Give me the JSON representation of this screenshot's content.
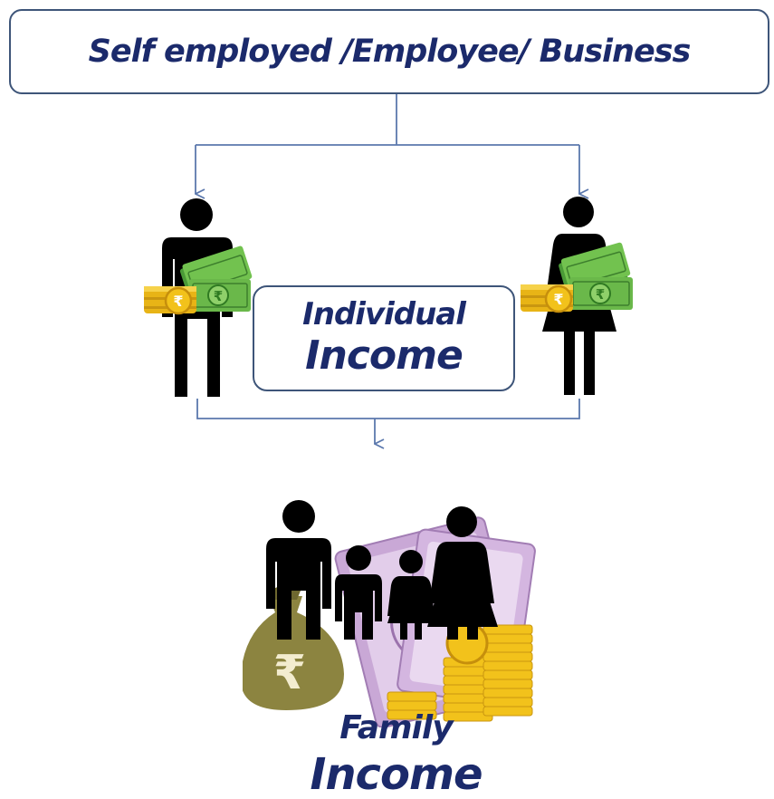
{
  "header": {
    "title": "Self employed /Employee/ Business"
  },
  "individual": {
    "line1": "Individual",
    "line2": "Income"
  },
  "family": {
    "line1": "Family",
    "line2": "Income"
  },
  "icons": {
    "man": "man-with-cash-icon",
    "woman": "woman-with-cash-icon",
    "family": "family-with-money-icon",
    "currency_symbol": "₹"
  },
  "colors": {
    "text": "#1b2a6b",
    "box_border": "#3e5579",
    "connector": "#5b78ad",
    "cash_green": "#5fb84a",
    "coin_gold": "#f2c21b",
    "money_bag": "#8c8440"
  }
}
